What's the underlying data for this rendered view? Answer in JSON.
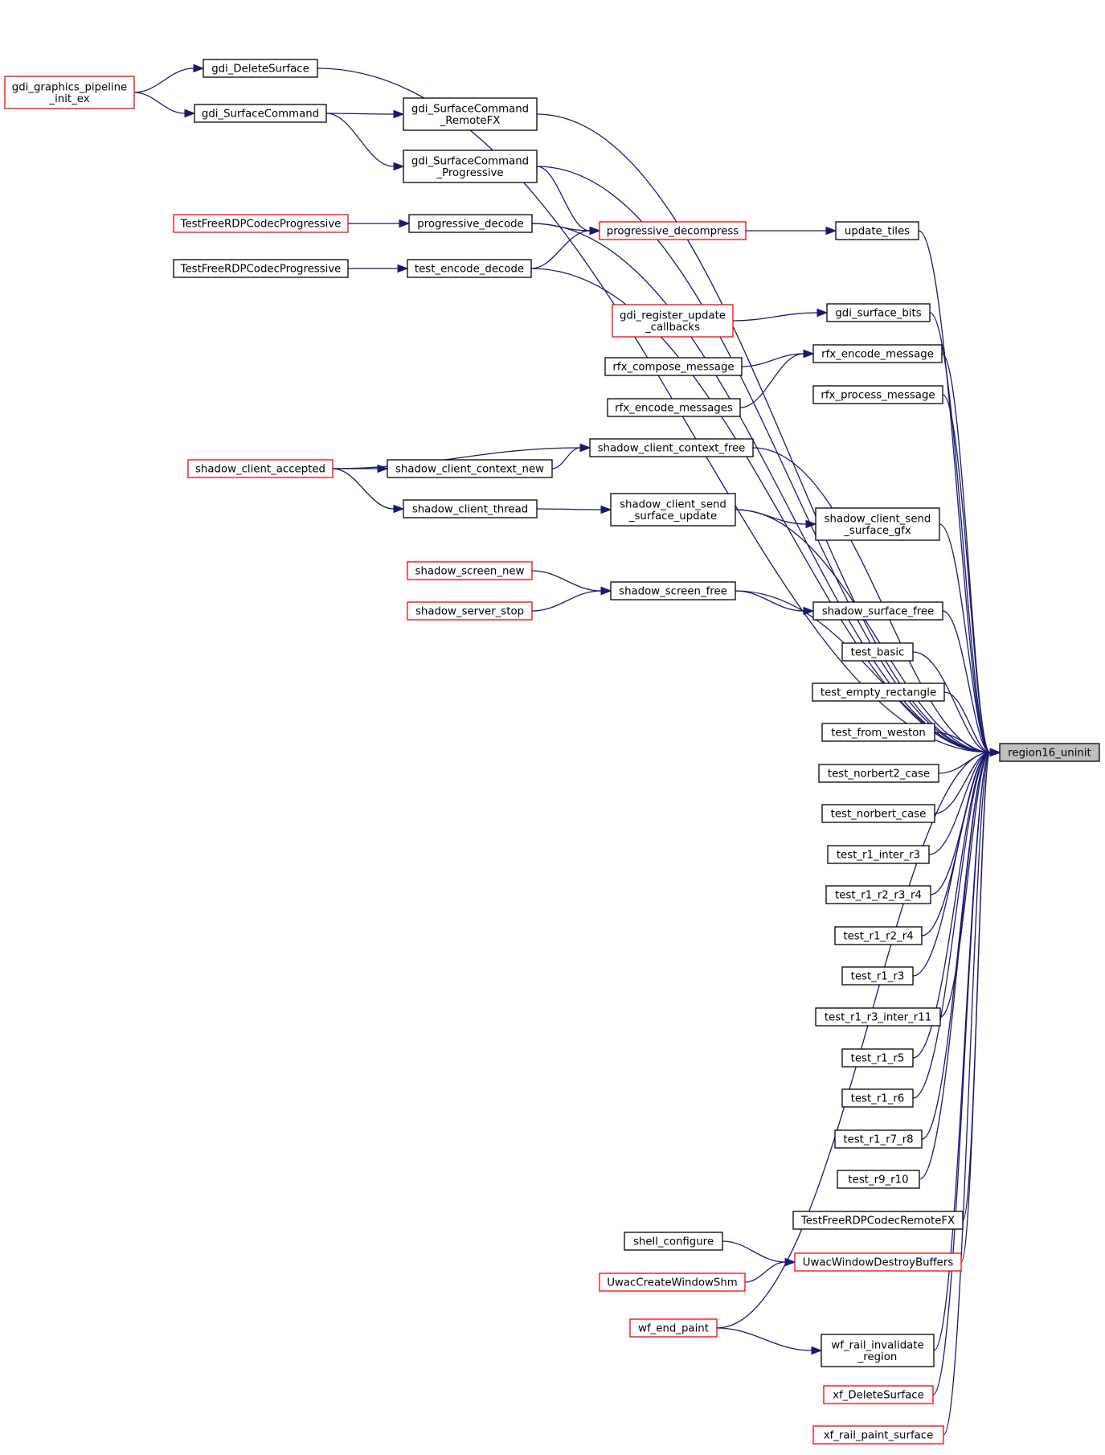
{
  "diagram": {
    "type": "call-graph",
    "direction": "right-to-left (callers point to callee)",
    "colors": {
      "edge": "#191970",
      "box_border": "#000000",
      "box_border_truncated": "#ff0000",
      "root_fill": "#bfbfbf",
      "box_fill": "#ffffff"
    },
    "root": "region16_uninit",
    "nodes": [
      {
        "id": "region16_uninit",
        "lines": [
          "region16_uninit"
        ],
        "style": "root"
      },
      {
        "id": "gdi_DeleteSurface",
        "lines": [
          "gdi_DeleteSurface"
        ],
        "style": "normal"
      },
      {
        "id": "gdi_graphics_pipeline_init_ex",
        "lines": [
          "gdi_graphics_pipeline",
          "_init_ex"
        ],
        "style": "truncated"
      },
      {
        "id": "gdi_SurfaceCommand",
        "lines": [
          "gdi_SurfaceCommand"
        ],
        "style": "normal"
      },
      {
        "id": "gdi_SurfaceCommand_RemoteFX",
        "lines": [
          "gdi_SurfaceCommand",
          "_RemoteFX"
        ],
        "style": "normal"
      },
      {
        "id": "gdi_SurfaceCommand_Progressive",
        "lines": [
          "gdi_SurfaceCommand",
          "_Progressive"
        ],
        "style": "normal"
      },
      {
        "id": "TestFreeRDPCodecProgressive_1",
        "lines": [
          "TestFreeRDPCodecProgressive"
        ],
        "style": "truncated"
      },
      {
        "id": "progressive_decode",
        "lines": [
          "progressive_decode"
        ],
        "style": "normal"
      },
      {
        "id": "progressive_decompress",
        "lines": [
          "progressive_decompress"
        ],
        "style": "truncated"
      },
      {
        "id": "update_tiles",
        "lines": [
          "update_tiles"
        ],
        "style": "normal"
      },
      {
        "id": "TestFreeRDPCodecProgressive_2",
        "lines": [
          "TestFreeRDPCodecProgressive"
        ],
        "style": "normal"
      },
      {
        "id": "test_encode_decode",
        "lines": [
          "test_encode_decode"
        ],
        "style": "normal"
      },
      {
        "id": "gdi_register_update_callbacks",
        "lines": [
          "gdi_register_update",
          "_callbacks"
        ],
        "style": "truncated"
      },
      {
        "id": "gdi_surface_bits",
        "lines": [
          "gdi_surface_bits"
        ],
        "style": "normal"
      },
      {
        "id": "rfx_compose_message",
        "lines": [
          "rfx_compose_message"
        ],
        "style": "normal"
      },
      {
        "id": "rfx_encode_message",
        "lines": [
          "rfx_encode_message"
        ],
        "style": "normal"
      },
      {
        "id": "rfx_encode_messages",
        "lines": [
          "rfx_encode_messages"
        ],
        "style": "normal"
      },
      {
        "id": "rfx_process_message",
        "lines": [
          "rfx_process_message"
        ],
        "style": "normal"
      },
      {
        "id": "shadow_client_context_free",
        "lines": [
          "shadow_client_context_free"
        ],
        "style": "normal"
      },
      {
        "id": "shadow_client_accepted",
        "lines": [
          "shadow_client_accepted"
        ],
        "style": "truncated"
      },
      {
        "id": "shadow_client_context_new",
        "lines": [
          "shadow_client_context_new"
        ],
        "style": "normal"
      },
      {
        "id": "shadow_client_thread",
        "lines": [
          "shadow_client_thread"
        ],
        "style": "normal"
      },
      {
        "id": "shadow_client_send_surface_update",
        "lines": [
          "shadow_client_send",
          "_surface_update"
        ],
        "style": "normal"
      },
      {
        "id": "shadow_client_send_surface_gfx",
        "lines": [
          "shadow_client_send",
          "_surface_gfx"
        ],
        "style": "normal"
      },
      {
        "id": "shadow_screen_new",
        "lines": [
          "shadow_screen_new"
        ],
        "style": "truncated"
      },
      {
        "id": "shadow_screen_free",
        "lines": [
          "shadow_screen_free"
        ],
        "style": "normal"
      },
      {
        "id": "shadow_server_stop",
        "lines": [
          "shadow_server_stop"
        ],
        "style": "truncated"
      },
      {
        "id": "shadow_surface_free",
        "lines": [
          "shadow_surface_free"
        ],
        "style": "normal"
      },
      {
        "id": "test_basic",
        "lines": [
          "test_basic"
        ],
        "style": "normal"
      },
      {
        "id": "test_empty_rectangle",
        "lines": [
          "test_empty_rectangle"
        ],
        "style": "normal"
      },
      {
        "id": "test_from_weston",
        "lines": [
          "test_from_weston"
        ],
        "style": "normal"
      },
      {
        "id": "test_norbert2_case",
        "lines": [
          "test_norbert2_case"
        ],
        "style": "normal"
      },
      {
        "id": "test_norbert_case",
        "lines": [
          "test_norbert_case"
        ],
        "style": "normal"
      },
      {
        "id": "test_r1_inter_r3",
        "lines": [
          "test_r1_inter_r3"
        ],
        "style": "normal"
      },
      {
        "id": "test_r1_r2_r3_r4",
        "lines": [
          "test_r1_r2_r3_r4"
        ],
        "style": "normal"
      },
      {
        "id": "test_r1_r2_r4",
        "lines": [
          "test_r1_r2_r4"
        ],
        "style": "normal"
      },
      {
        "id": "test_r1_r3",
        "lines": [
          "test_r1_r3"
        ],
        "style": "normal"
      },
      {
        "id": "test_r1_r3_inter_r11",
        "lines": [
          "test_r1_r3_inter_r11"
        ],
        "style": "normal"
      },
      {
        "id": "test_r1_r5",
        "lines": [
          "test_r1_r5"
        ],
        "style": "normal"
      },
      {
        "id": "test_r1_r6",
        "lines": [
          "test_r1_r6"
        ],
        "style": "normal"
      },
      {
        "id": "test_r1_r7_r8",
        "lines": [
          "test_r1_r7_r8"
        ],
        "style": "normal"
      },
      {
        "id": "test_r9_r10",
        "lines": [
          "test_r9_r10"
        ],
        "style": "normal"
      },
      {
        "id": "TestFreeRDPCodecRemoteFX",
        "lines": [
          "TestFreeRDPCodecRemoteFX"
        ],
        "style": "normal"
      },
      {
        "id": "shell_configure",
        "lines": [
          "shell_configure"
        ],
        "style": "normal"
      },
      {
        "id": "UwacWindowDestroyBuffers",
        "lines": [
          "UwacWindowDestroyBuffers"
        ],
        "style": "truncated"
      },
      {
        "id": "UwacCreateWindowShm",
        "lines": [
          "UwacCreateWindowShm"
        ],
        "style": "truncated"
      },
      {
        "id": "wf_end_paint",
        "lines": [
          "wf_end_paint"
        ],
        "style": "truncated"
      },
      {
        "id": "wf_rail_invalidate_region",
        "lines": [
          "wf_rail_invalidate",
          "_region"
        ],
        "style": "normal"
      },
      {
        "id": "xf_DeleteSurface",
        "lines": [
          "xf_DeleteSurface"
        ],
        "style": "truncated"
      },
      {
        "id": "xf_rail_paint_surface",
        "lines": [
          "xf_rail_paint_surface"
        ],
        "style": "truncated"
      }
    ],
    "edges": [
      {
        "from": "gdi_DeleteSurface",
        "to": "region16_uninit"
      },
      {
        "from": "gdi_graphics_pipeline_init_ex",
        "to": "gdi_DeleteSurface"
      },
      {
        "from": "gdi_graphics_pipeline_init_ex",
        "to": "gdi_SurfaceCommand"
      },
      {
        "from": "gdi_SurfaceCommand",
        "to": "gdi_SurfaceCommand_RemoteFX"
      },
      {
        "from": "gdi_SurfaceCommand",
        "to": "gdi_SurfaceCommand_Progressive"
      },
      {
        "from": "gdi_SurfaceCommand_RemoteFX",
        "to": "region16_uninit"
      },
      {
        "from": "gdi_SurfaceCommand_Progressive",
        "to": "region16_uninit"
      },
      {
        "from": "gdi_SurfaceCommand_Progressive",
        "to": "progressive_decompress"
      },
      {
        "from": "TestFreeRDPCodecProgressive_1",
        "to": "progressive_decode"
      },
      {
        "from": "progressive_decode",
        "to": "region16_uninit"
      },
      {
        "from": "progressive_decode",
        "to": "progressive_decompress"
      },
      {
        "from": "progressive_decompress",
        "to": "update_tiles"
      },
      {
        "from": "update_tiles",
        "to": "region16_uninit"
      },
      {
        "from": "TestFreeRDPCodecProgressive_2",
        "to": "test_encode_decode"
      },
      {
        "from": "test_encode_decode",
        "to": "region16_uninit"
      },
      {
        "from": "test_encode_decode",
        "to": "progressive_decompress"
      },
      {
        "from": "gdi_register_update_callbacks",
        "to": "gdi_surface_bits"
      },
      {
        "from": "gdi_surface_bits",
        "to": "region16_uninit"
      },
      {
        "from": "rfx_compose_message",
        "to": "rfx_encode_message"
      },
      {
        "from": "rfx_encode_messages",
        "to": "rfx_encode_message"
      },
      {
        "from": "rfx_encode_message",
        "to": "region16_uninit"
      },
      {
        "from": "rfx_process_message",
        "to": "region16_uninit"
      },
      {
        "from": "shadow_client_accepted",
        "to": "shadow_client_context_free"
      },
      {
        "from": "shadow_client_accepted",
        "to": "shadow_client_context_new"
      },
      {
        "from": "shadow_client_context_new",
        "to": "shadow_client_context_free"
      },
      {
        "from": "shadow_client_context_free",
        "to": "region16_uninit"
      },
      {
        "from": "shadow_client_accepted",
        "to": "shadow_client_thread"
      },
      {
        "from": "shadow_client_thread",
        "to": "shadow_client_send_surface_update"
      },
      {
        "from": "shadow_client_send_surface_update",
        "to": "region16_uninit"
      },
      {
        "from": "shadow_client_send_surface_update",
        "to": "shadow_client_send_surface_gfx"
      },
      {
        "from": "shadow_client_send_surface_gfx",
        "to": "region16_uninit"
      },
      {
        "from": "shadow_screen_new",
        "to": "shadow_screen_free"
      },
      {
        "from": "shadow_server_stop",
        "to": "shadow_screen_free"
      },
      {
        "from": "shadow_screen_free",
        "to": "region16_uninit"
      },
      {
        "from": "shadow_screen_free",
        "to": "shadow_surface_free"
      },
      {
        "from": "shadow_surface_free",
        "to": "region16_uninit"
      },
      {
        "from": "test_basic",
        "to": "region16_uninit"
      },
      {
        "from": "test_empty_rectangle",
        "to": "region16_uninit"
      },
      {
        "from": "test_from_weston",
        "to": "region16_uninit"
      },
      {
        "from": "test_norbert2_case",
        "to": "region16_uninit"
      },
      {
        "from": "test_norbert_case",
        "to": "region16_uninit"
      },
      {
        "from": "test_r1_inter_r3",
        "to": "region16_uninit"
      },
      {
        "from": "test_r1_r2_r3_r4",
        "to": "region16_uninit"
      },
      {
        "from": "test_r1_r2_r4",
        "to": "region16_uninit"
      },
      {
        "from": "test_r1_r3",
        "to": "region16_uninit"
      },
      {
        "from": "test_r1_r3_inter_r11",
        "to": "region16_uninit"
      },
      {
        "from": "test_r1_r5",
        "to": "region16_uninit"
      },
      {
        "from": "test_r1_r6",
        "to": "region16_uninit"
      },
      {
        "from": "test_r1_r7_r8",
        "to": "region16_uninit"
      },
      {
        "from": "test_r9_r10",
        "to": "region16_uninit"
      },
      {
        "from": "TestFreeRDPCodecRemoteFX",
        "to": "region16_uninit"
      },
      {
        "from": "shell_configure",
        "to": "UwacWindowDestroyBuffers"
      },
      {
        "from": "UwacCreateWindowShm",
        "to": "UwacWindowDestroyBuffers"
      },
      {
        "from": "UwacWindowDestroyBuffers",
        "to": "region16_uninit"
      },
      {
        "from": "wf_end_paint",
        "to": "region16_uninit"
      },
      {
        "from": "wf_end_paint",
        "to": "wf_rail_invalidate_region"
      },
      {
        "from": "wf_rail_invalidate_region",
        "to": "region16_uninit"
      },
      {
        "from": "xf_DeleteSurface",
        "to": "region16_uninit"
      },
      {
        "from": "xf_rail_paint_surface",
        "to": "region16_uninit"
      }
    ]
  }
}
